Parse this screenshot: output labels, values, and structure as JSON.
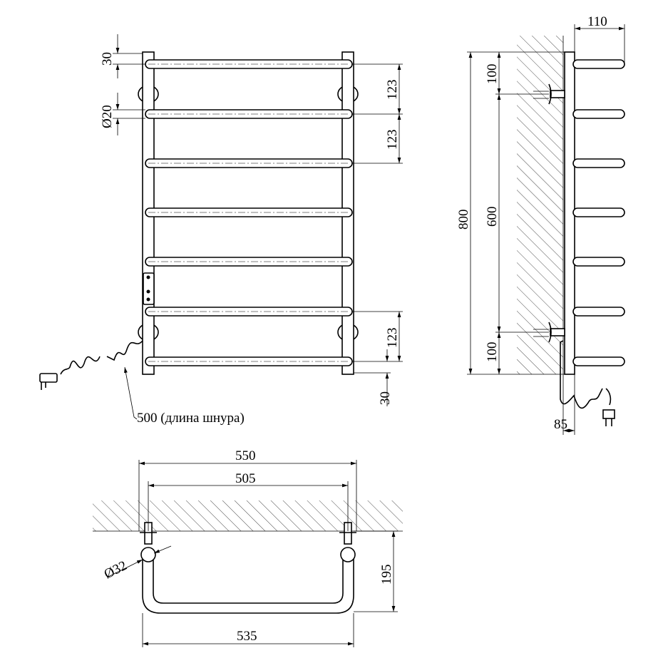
{
  "front_view": {
    "dim_top_offset": "30",
    "dim_tube_diameter": "Ø20",
    "dim_spacing_1": "123",
    "dim_spacing_2": "123",
    "dim_spacing_3": "123",
    "dim_bottom_offset": "30",
    "cord_label": "500 (длина шнура)"
  },
  "side_view": {
    "dim_depth": "110",
    "dim_height": "800",
    "dim_mount_distance": "600",
    "dim_top_mount": "100",
    "dim_bottom_mount": "100",
    "dim_wall_offset": "85"
  },
  "top_view": {
    "dim_overall_width": "550",
    "dim_inner_width": "505",
    "dim_mount_width": "535",
    "dim_projection": "195",
    "dim_post_diameter": "Ø32"
  }
}
